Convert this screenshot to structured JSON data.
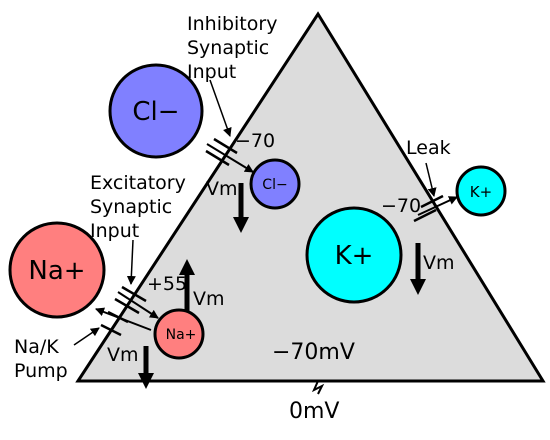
{
  "labels": {
    "cl_big": "Cl−",
    "cl_small": "Cl−",
    "na_big": "Na+",
    "na_small": "Na+",
    "k_big": "K+",
    "k_small": "K+",
    "inhibitory": [
      "Inhibitory",
      "Synaptic",
      "Input"
    ],
    "excitatory": [
      "Excitatory",
      "Synaptic",
      "Input"
    ],
    "leak": "Leak",
    "pump": [
      "Na/K",
      "Pump"
    ],
    "rev_cl": "−70",
    "rev_k": "−70",
    "rev_na": "+55",
    "vm": "Vm",
    "resting": "−70mV",
    "zero": "0mV"
  },
  "colors": {
    "cell": "#dcdcdc",
    "chloride": "#8080ff",
    "sodium": "#ff7f7f",
    "potassium": "#00ffff"
  },
  "arrows": {
    "cl_vm": "down",
    "k_vm": "down",
    "na_vm": "up",
    "pump_vm": "down"
  }
}
